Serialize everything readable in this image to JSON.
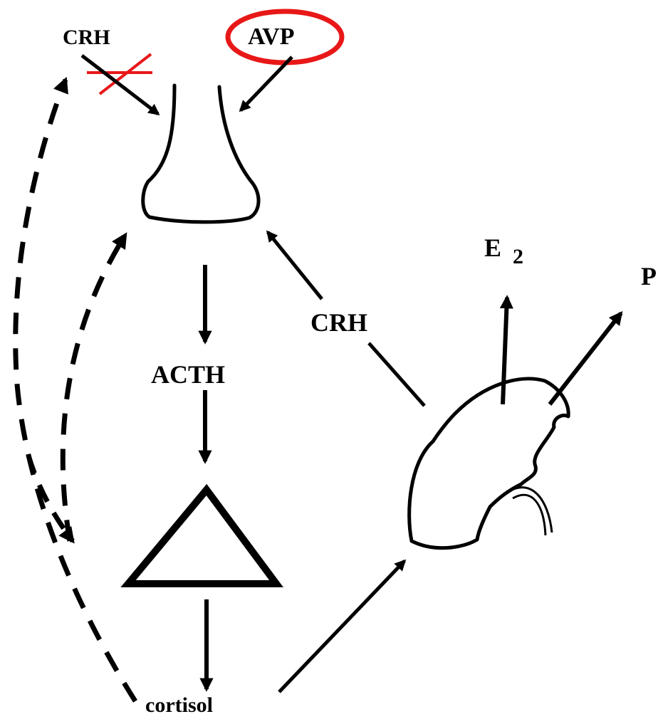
{
  "labels": {
    "crh_top": "CRH",
    "avp": "AVP",
    "crh_placenta": "CRH",
    "acth": "ACTH",
    "e2_main": "E",
    "e2_sub": "2",
    "p": "P",
    "cortisol": "cortisol"
  },
  "colors": {
    "ink": "#000000",
    "highlight": "#e81818"
  }
}
